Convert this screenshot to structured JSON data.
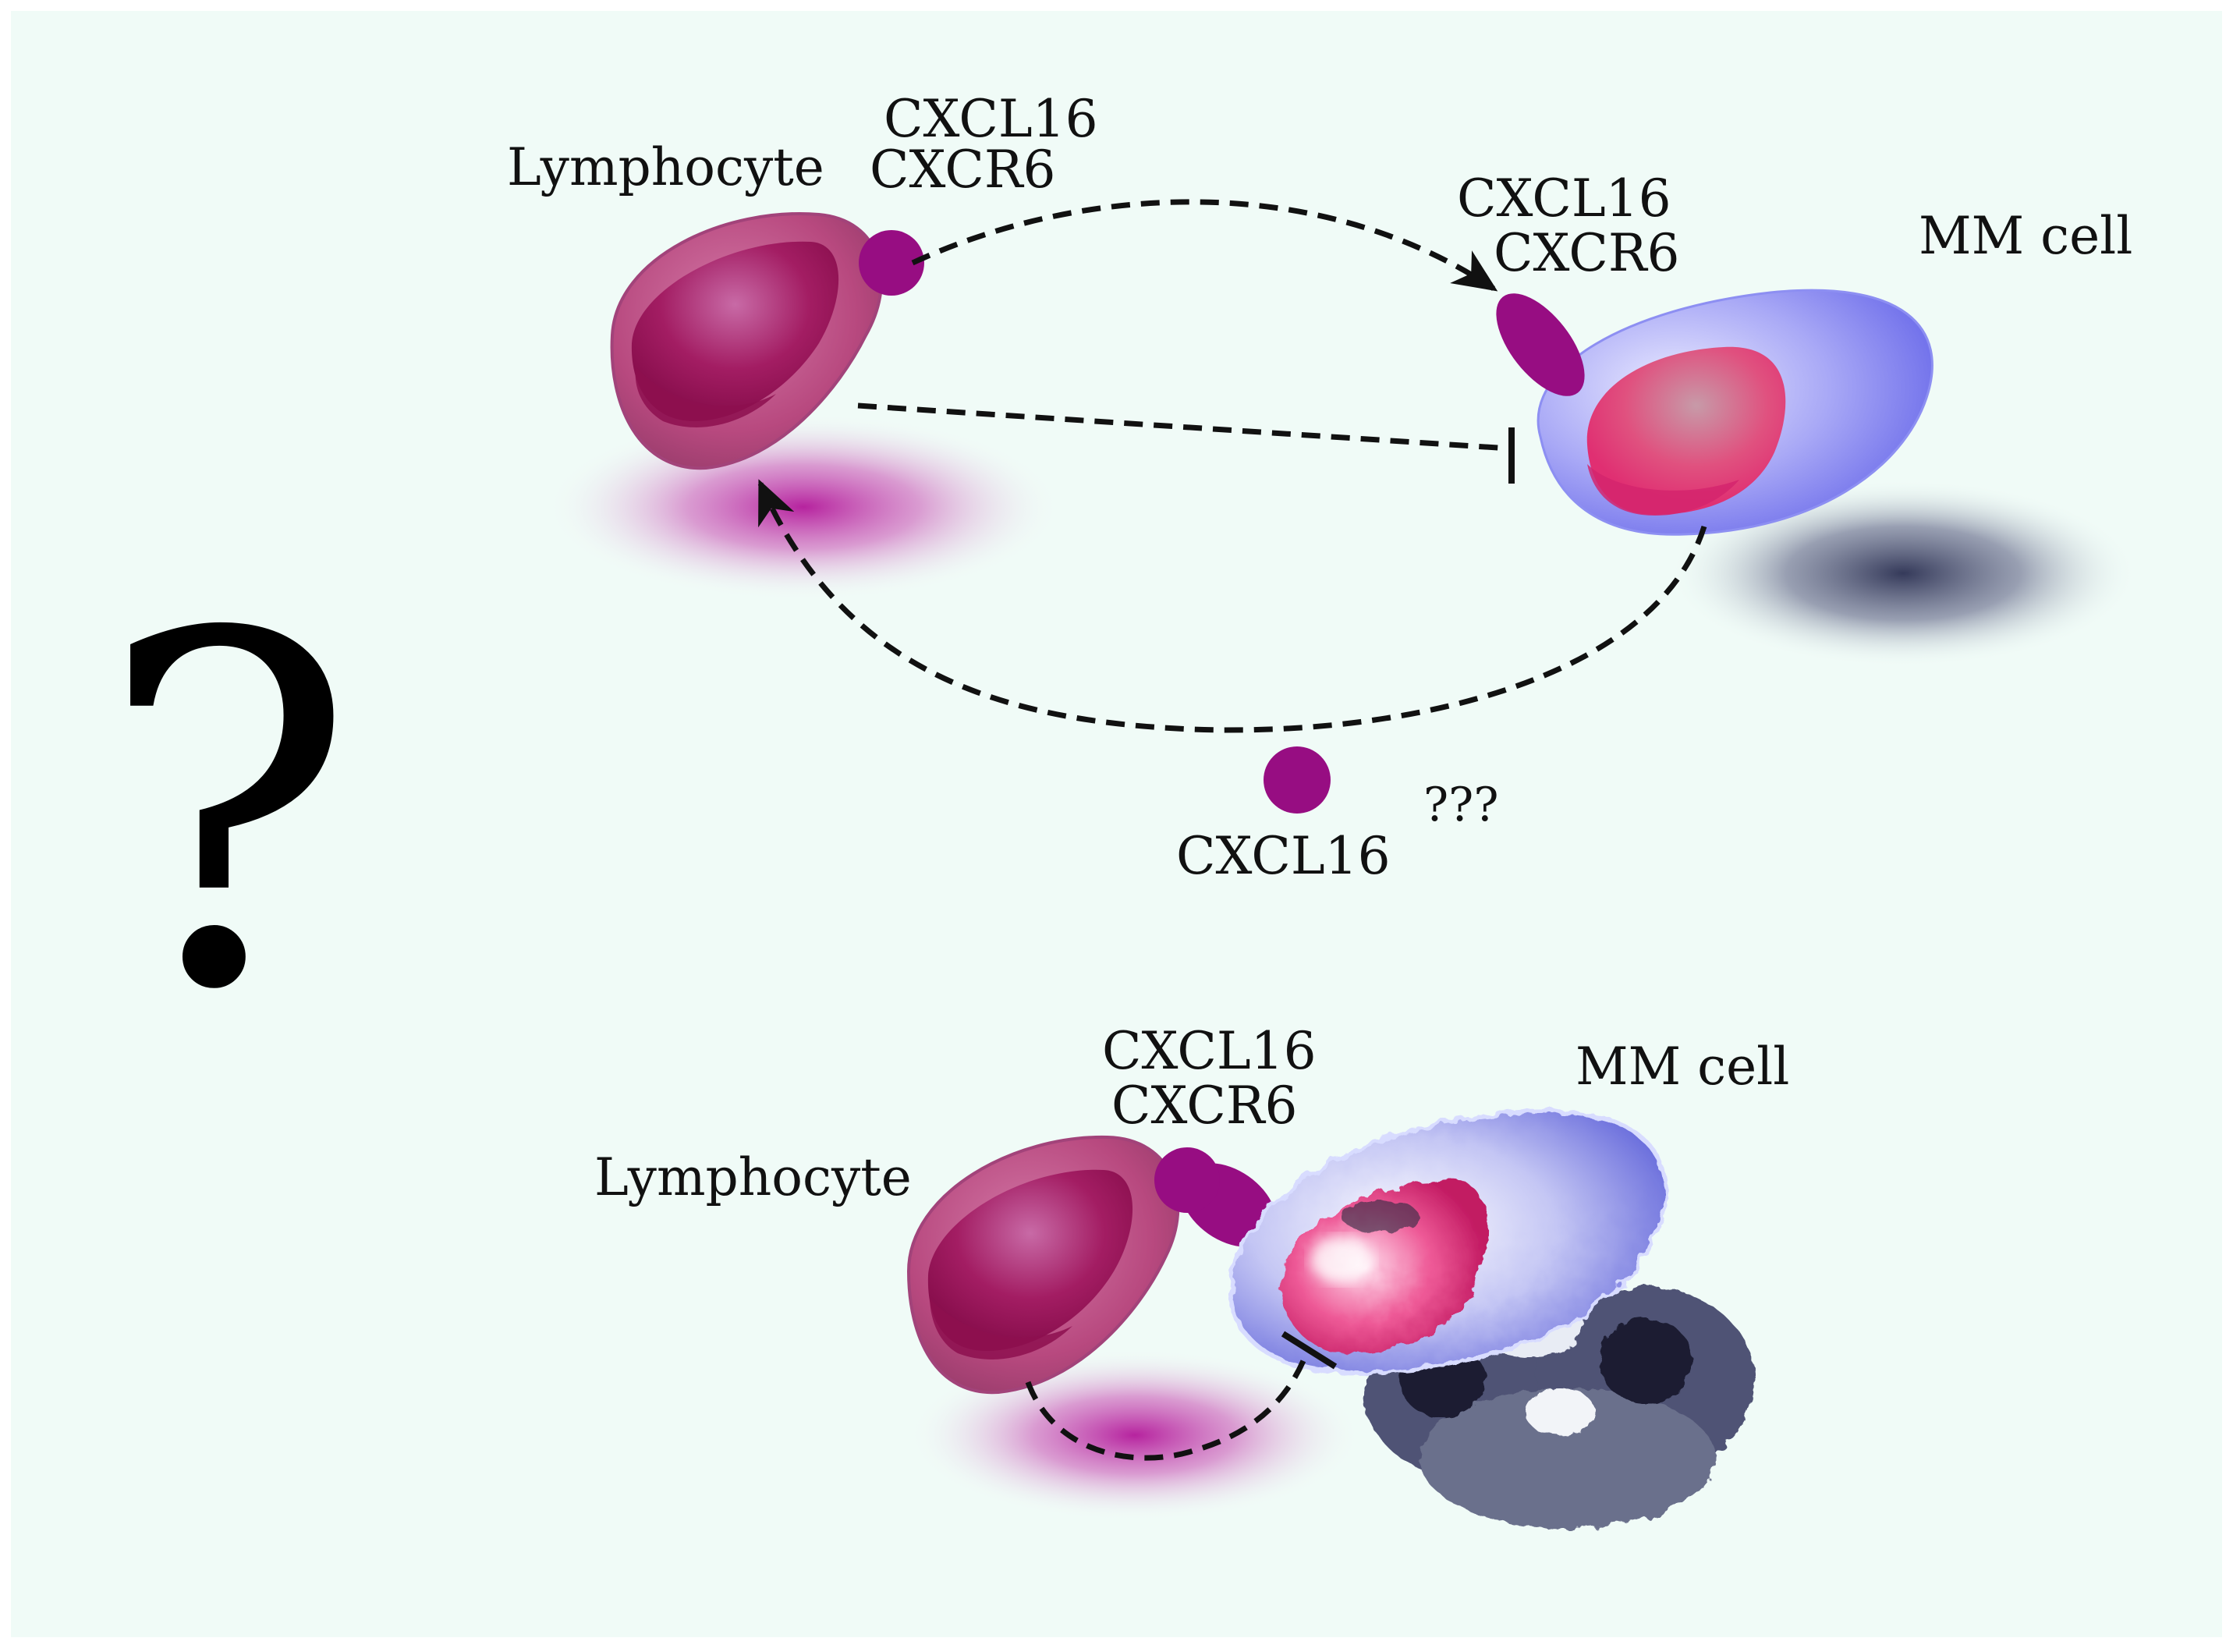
{
  "question_mark": "?",
  "top_scene": {
    "lymphocyte_label": "Lymphocyte",
    "lymphocyte_ligand": "CXCL16",
    "lymphocyte_receptor": "CXCR6",
    "mm_ligand": "CXCL16",
    "mm_receptor": "CXCR6",
    "mm_label": "MM cell",
    "soluble_label": "CXCL16",
    "unknown_label": "???"
  },
  "bottom_scene": {
    "lymphocyte_label": "Lymphocyte",
    "ligand": "CXCL16",
    "receptor": "CXCR6",
    "mm_label": "MM cell"
  },
  "colors": {
    "background": "#f0fbf7",
    "lymphocyte": "#b03a78",
    "nucleus": "#a0155c",
    "chemokine": "#970d82",
    "mm_cell": "#8c8cf2",
    "mm_nucleus": "#e4417e",
    "shadow": "#3a3f60"
  }
}
